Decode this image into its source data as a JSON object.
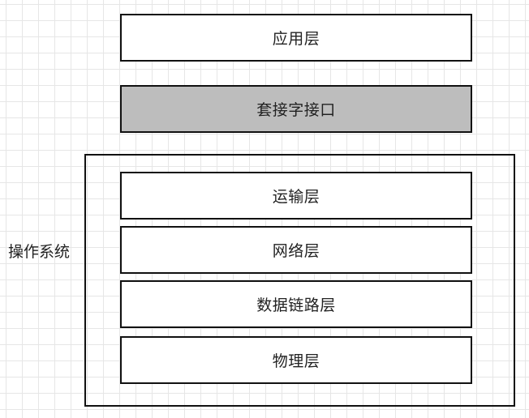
{
  "diagram": {
    "application_layer": "应用层",
    "socket_interface": "套接字接口",
    "os_label": "操作系统",
    "transport_layer": "运输层",
    "network_layer": "网络层",
    "data_link_layer": "数据链路层",
    "physical_layer": "物理层"
  },
  "colors": {
    "border": "#111111",
    "box_fill": "#ffffff",
    "socket_fill": "#bdbdbd",
    "grid": "#e6e6e6"
  }
}
